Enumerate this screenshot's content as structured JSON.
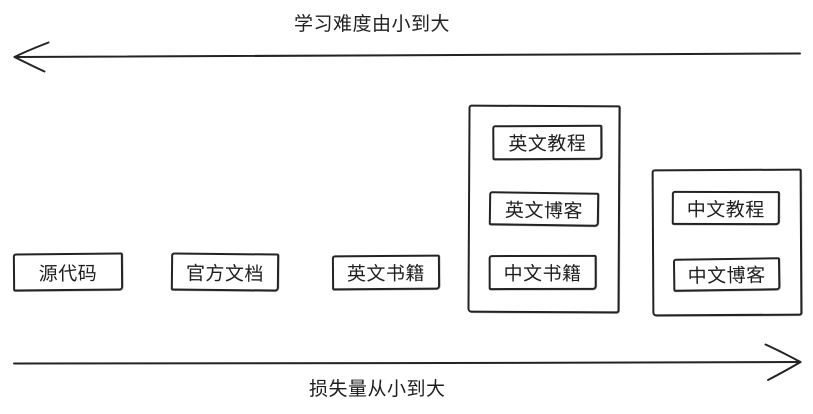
{
  "diagram": {
    "top_arrow": {
      "label": "学习难度由小到大",
      "direction": "left"
    },
    "bottom_arrow": {
      "label": "损失量从小到大",
      "direction": "right"
    },
    "standalone_boxes": [
      {
        "label": "源代码"
      },
      {
        "label": "官方文档"
      },
      {
        "label": "英文书籍"
      }
    ],
    "groups": [
      {
        "items": [
          {
            "label": "英文教程"
          },
          {
            "label": "英文博客"
          },
          {
            "label": "中文书籍"
          }
        ]
      },
      {
        "items": [
          {
            "label": "中文教程"
          },
          {
            "label": "中文博客"
          }
        ]
      }
    ],
    "colors": {
      "stroke": "#232323",
      "background": "#ffffff",
      "text": "#1f1f1f"
    }
  }
}
